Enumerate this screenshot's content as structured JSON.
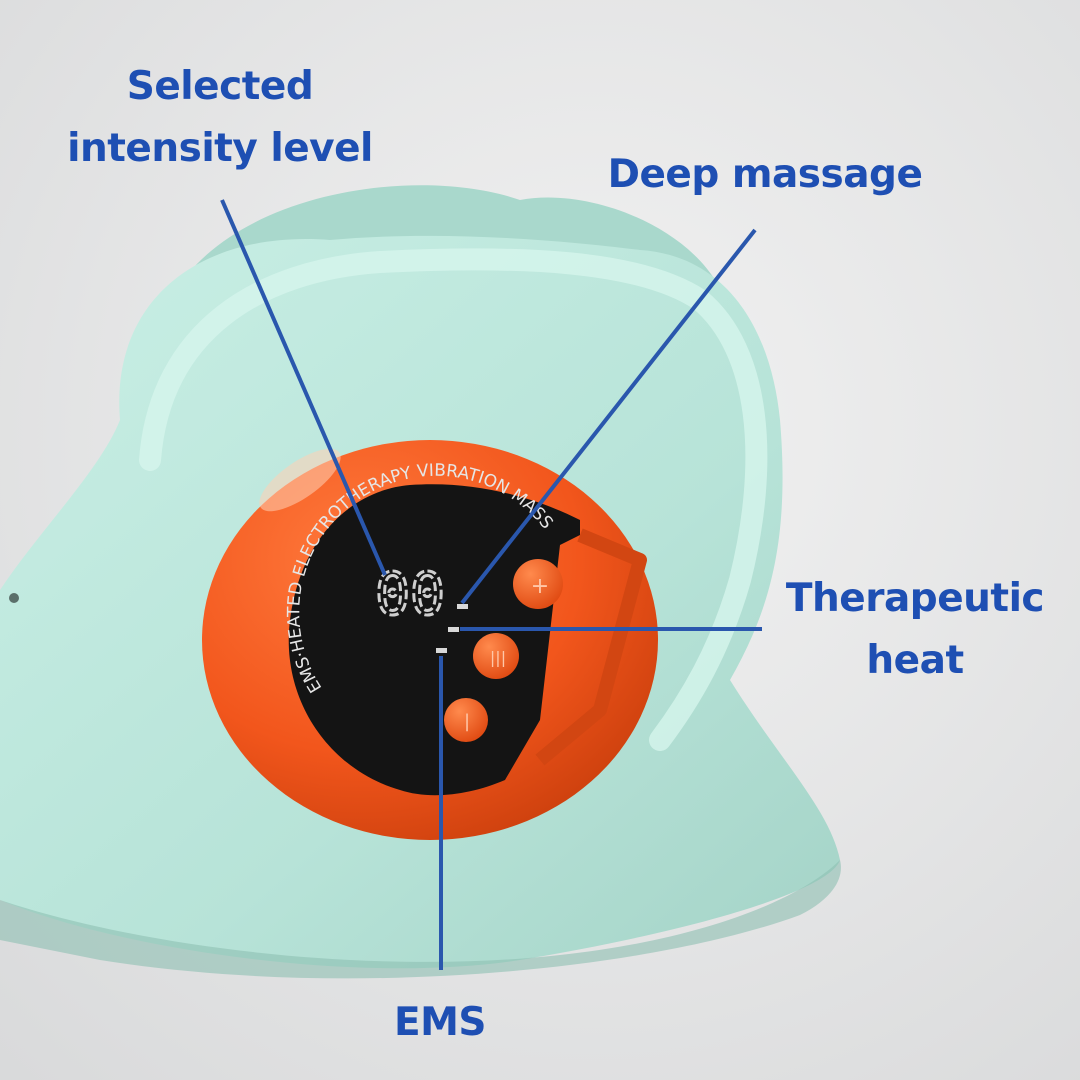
{
  "image": {
    "device_print": "EMS·HEATED ELECTROTHERAPY VIBRATION MASSAGE PILLOW",
    "display_readout": "00",
    "buttons": [
      {
        "symbol": "+",
        "icon": "plus-icon"
      },
      {
        "symbol": "|||",
        "icon": "triple-bar-icon"
      },
      {
        "symbol": "|",
        "icon": "single-bar-icon"
      }
    ],
    "callouts": {
      "intensity_line1": "Selected",
      "intensity_line2": "intensity level",
      "deep": "Deep massage",
      "heat_line1": "Therapeutic",
      "heat_line2": "heat",
      "ems": "EMS"
    },
    "colors": {
      "label": "#1e4fb3",
      "leader": "#2a57ad",
      "pillow": "#bfe8dd",
      "housing": "#f2561c",
      "panel": "#141414",
      "background": "#e9eaea"
    }
  }
}
